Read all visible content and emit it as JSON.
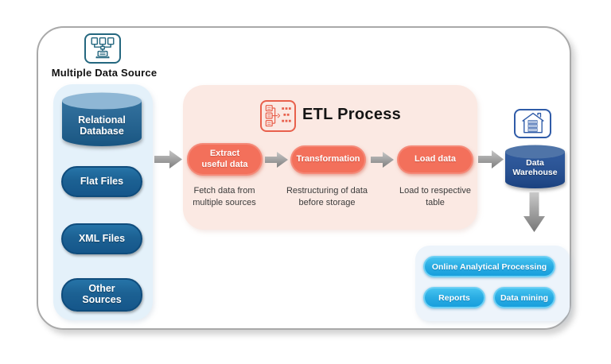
{
  "multiple_data_source": {
    "label": "Multiple Data Source"
  },
  "sources": {
    "relational": "Relational Database",
    "flat": "Flat Files",
    "xml": "XML Files",
    "other": "Other Sources"
  },
  "etl": {
    "title": "ETL Process",
    "steps": [
      {
        "label": "Extract useful data",
        "description": "Fetch data from multiple sources"
      },
      {
        "label": "Transformation",
        "description": "Restructuring of data before storage"
      },
      {
        "label": "Load data",
        "description": "Load to respective table"
      }
    ]
  },
  "warehouse": {
    "label": "Data Warehouse"
  },
  "outputs": {
    "olap": "Online Analytical Processing",
    "reports": "Reports",
    "mining": "Data mining"
  },
  "colors": {
    "source_panel": "#e4f1fa",
    "source_shape": "#1c6193",
    "source_shape_top": "#8fb7d5",
    "etl_panel": "#fbe9e3",
    "etl_step": "#f3705b",
    "warehouse_body": "#1e4c95",
    "warehouse_top": "#4f74a8",
    "output_panel": "#edf4fb",
    "output_button": "#29ace3",
    "arrow_gray": "#8f8f8f",
    "frame_border": "#a9a9a9"
  }
}
